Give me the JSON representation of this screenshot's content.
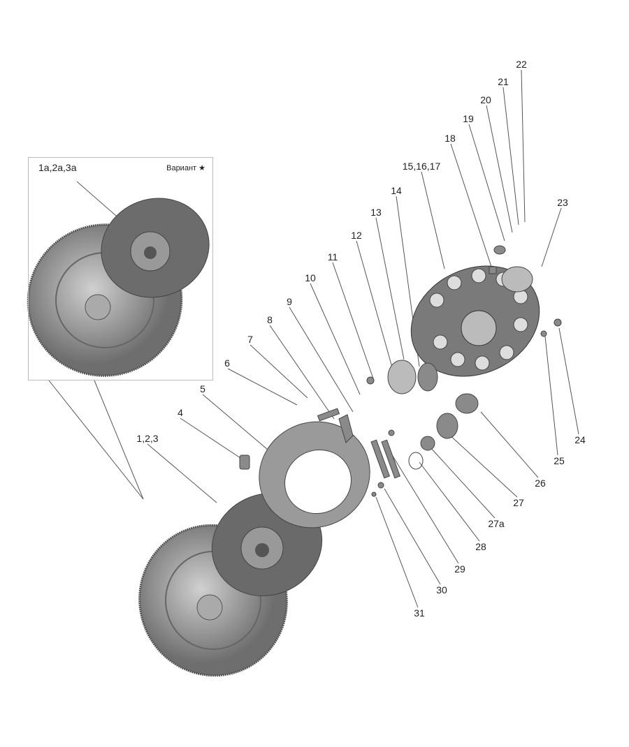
{
  "inset": {
    "title": "1a,2a,3a",
    "variant_label": "Вариант",
    "variant_mark": "★"
  },
  "callouts": [
    "1,2,3",
    "4",
    "5",
    "6",
    "7",
    "8",
    "9",
    "10",
    "11",
    "12",
    "13",
    "14",
    "15,16,17",
    "18",
    "19",
    "20",
    "21",
    "22",
    "23",
    "24",
    "25",
    "26",
    "27",
    "27a",
    "28",
    "29",
    "30",
    "31"
  ],
  "colors": {
    "part": "#8a8a8a",
    "part_dark": "#4a4a4a",
    "part_light": "#c4c4c4",
    "line": "#555555"
  }
}
